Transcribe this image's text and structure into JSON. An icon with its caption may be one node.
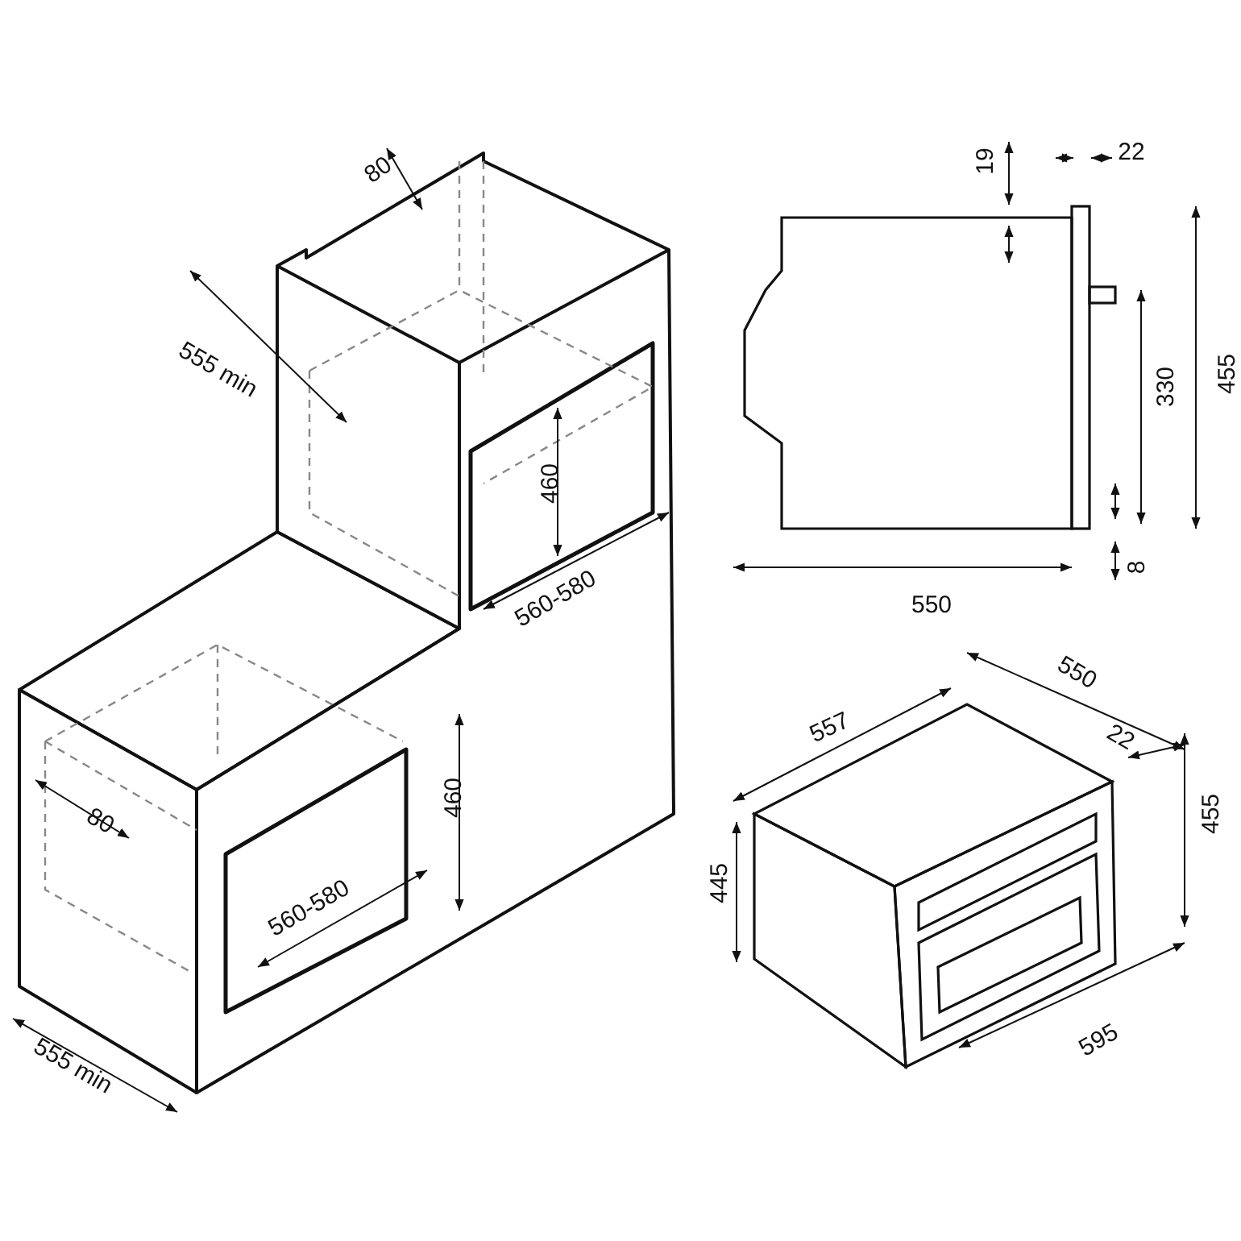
{
  "diagram": {
    "labels": [
      "80",
      "19",
      "22",
      "555 min",
      "455",
      "330",
      "460",
      "560-580",
      "550",
      "8",
      "550",
      "557",
      "22",
      "460",
      "80",
      "455",
      "445",
      "560-580",
      "595",
      "555 min"
    ]
  }
}
